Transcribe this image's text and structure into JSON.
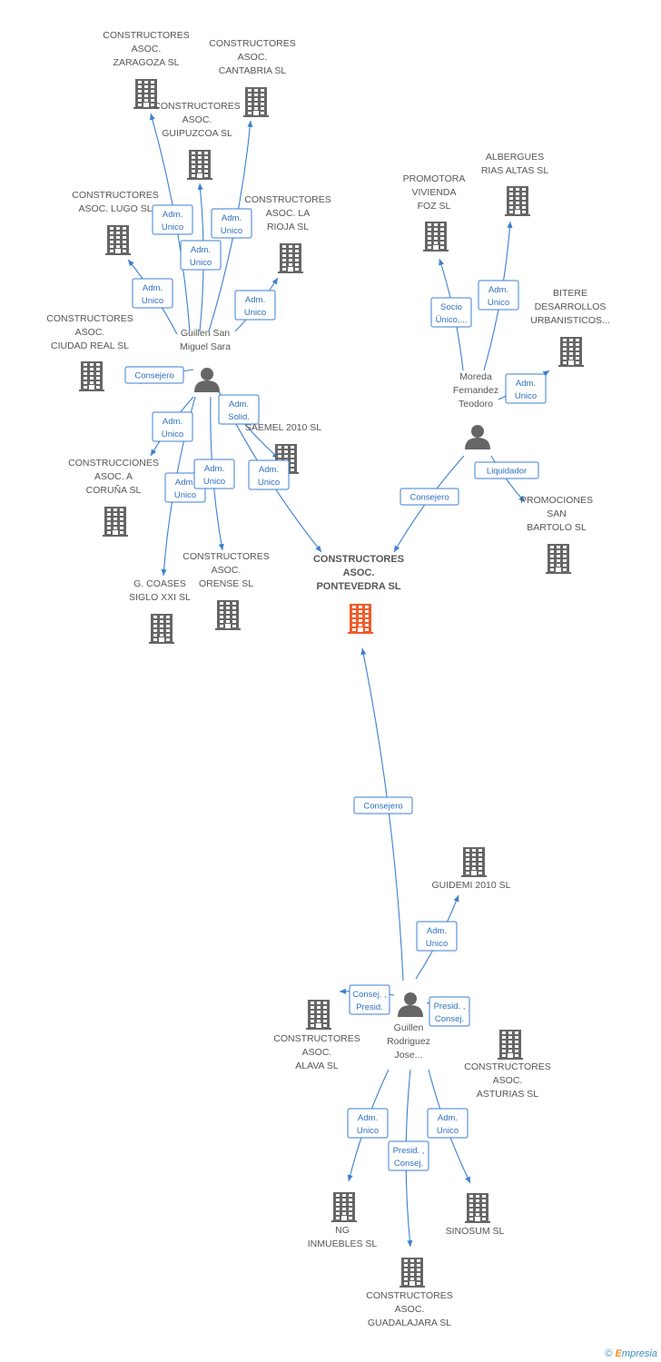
{
  "colors": {
    "accent": "#3b7fd1",
    "company": "#666666",
    "focus_company": "#f25a29",
    "person": "#666666"
  },
  "footer": {
    "copyright": "©",
    "brand_initial": "E",
    "brand_rest": "mpresia"
  },
  "nodes": [
    {
      "id": "zaragoza",
      "kind": "company",
      "lines": [
        "CONSTRUCTORES",
        "ASOC.",
        "ZARAGOZA SL"
      ]
    },
    {
      "id": "cantabria",
      "kind": "company",
      "lines": [
        "CONSTRUCTORES",
        "ASOC.",
        "CANTABRIA SL"
      ]
    },
    {
      "id": "guipuzcoa",
      "kind": "company",
      "lines": [
        "CONSTRUCTORES",
        "ASOC.",
        "GUIPUZCOA SL"
      ]
    },
    {
      "id": "lugo",
      "kind": "company",
      "lines": [
        "CONSTRUCTORES",
        "ASOC.  LUGO SL"
      ]
    },
    {
      "id": "rioja",
      "kind": "company",
      "lines": [
        "CONSTRUCTORES",
        "ASOC.  LA",
        "RIOJA SL"
      ]
    },
    {
      "id": "ciudadreal",
      "kind": "company",
      "lines": [
        "CONSTRUCTORES",
        "ASOC.",
        "CIUDAD REAL SL"
      ]
    },
    {
      "id": "saemel",
      "kind": "company",
      "lines": [
        "SAEMEL 2010 SL"
      ]
    },
    {
      "id": "acoruna",
      "kind": "company",
      "lines": [
        "CONSTRUCCIONES",
        "ASOC.  A",
        "CORUÑA SL"
      ]
    },
    {
      "id": "coases",
      "kind": "company",
      "lines": [
        "G.  COASES",
        "SIGLO XXI SL"
      ]
    },
    {
      "id": "orense",
      "kind": "company",
      "lines": [
        "CONSTRUCTORES",
        "ASOC.",
        "ORENSE SL"
      ]
    },
    {
      "id": "pontevedra",
      "kind": "focus",
      "lines": [
        "CONSTRUCTORES",
        "ASOC.",
        "PONTEVEDRA SL"
      ]
    },
    {
      "id": "promotora",
      "kind": "company",
      "lines": [
        "PROMOTORA",
        "VIVIENDA",
        "FOZ SL"
      ]
    },
    {
      "id": "albergues",
      "kind": "company",
      "lines": [
        "ALBERGUES",
        "RIAS ALTAS SL"
      ]
    },
    {
      "id": "bitere",
      "kind": "company",
      "lines": [
        "BITERE",
        "DESARROLLOS",
        "URBANISTICOS..."
      ]
    },
    {
      "id": "sanbartolo",
      "kind": "company",
      "lines": [
        "PROMOCIONES",
        "SAN",
        "BARTOLO SL"
      ]
    },
    {
      "id": "guidemi",
      "kind": "company",
      "lines": [
        "GUIDEMI 2010 SL"
      ]
    },
    {
      "id": "alava",
      "kind": "company",
      "lines": [
        "CONSTRUCTORES",
        "ASOC.",
        "ALAVA SL"
      ]
    },
    {
      "id": "asturias",
      "kind": "company",
      "lines": [
        "CONSTRUCTORES",
        "ASOC.",
        "ASTURIAS SL"
      ]
    },
    {
      "id": "ng",
      "kind": "company",
      "lines": [
        "NG",
        "INMUEBLES SL"
      ]
    },
    {
      "id": "sinosum",
      "kind": "company",
      "lines": [
        "SINOSUM SL"
      ]
    },
    {
      "id": "guadalajara",
      "kind": "company",
      "lines": [
        "CONSTRUCTORES",
        "ASOC.",
        "GUADALAJARA SL"
      ]
    },
    {
      "id": "sara",
      "kind": "person",
      "lines": [
        "Guillen San",
        "Miguel Sara"
      ]
    },
    {
      "id": "teodoro",
      "kind": "person",
      "lines": [
        "Moreda",
        "Fernandez",
        "Teodoro"
      ]
    },
    {
      "id": "jose",
      "kind": "person",
      "lines": [
        "Guillen",
        "Rodriguez",
        "Jose..."
      ]
    }
  ],
  "edges": [
    {
      "from": "sara",
      "to": "zaragoza",
      "label": [
        "Adm.",
        "Unico"
      ]
    },
    {
      "from": "sara",
      "to": "guipuzcoa",
      "label": [
        "Adm.",
        "Unico"
      ]
    },
    {
      "from": "sara",
      "to": "cantabria",
      "label": [
        "Adm.",
        "Unico"
      ]
    },
    {
      "from": "sara",
      "to": "lugo",
      "label": [
        "Adm.",
        "Unico"
      ]
    },
    {
      "from": "sara",
      "to": "rioja",
      "label": [
        "Adm.",
        "Unico"
      ]
    },
    {
      "from": "sara",
      "to": "ciudadreal",
      "label": [
        "Consejero"
      ]
    },
    {
      "from": "sara",
      "to": "saemel",
      "label": [
        "Adm.",
        "Solid."
      ]
    },
    {
      "from": "sara",
      "to": "acoruna",
      "label": [
        "Adm.",
        "Unico"
      ]
    },
    {
      "from": "sara",
      "to": "coases",
      "label": [
        "Adm.",
        "Unico"
      ]
    },
    {
      "from": "sara",
      "to": "orense",
      "label": [
        "Adm.",
        "Unico"
      ]
    },
    {
      "from": "sara",
      "to": "pontevedra",
      "label": [
        "Adm.",
        "Unico"
      ]
    },
    {
      "from": "teodoro",
      "to": "promotora",
      "label": [
        "Socio",
        "Único,..."
      ]
    },
    {
      "from": "teodoro",
      "to": "albergues",
      "label": [
        "Adm.",
        "Unico"
      ]
    },
    {
      "from": "teodoro",
      "to": "bitere",
      "label": [
        "Adm.",
        "Unico"
      ]
    },
    {
      "from": "teodoro",
      "to": "sanbartolo",
      "label": [
        "Liquidador"
      ]
    },
    {
      "from": "teodoro",
      "to": "pontevedra",
      "label": [
        "Consejero"
      ]
    },
    {
      "from": "jose",
      "to": "pontevedra",
      "label": [
        "Consejero"
      ]
    },
    {
      "from": "jose",
      "to": "guidemi",
      "label": [
        "Adm.",
        "Unico"
      ]
    },
    {
      "from": "jose",
      "to": "alava",
      "label": [
        "Consej. ,",
        "Presid."
      ]
    },
    {
      "from": "jose",
      "to": "asturias",
      "label": [
        "Presid. ,",
        "Consej."
      ]
    },
    {
      "from": "jose",
      "to": "ng",
      "label": [
        "Adm.",
        "Unico"
      ]
    },
    {
      "from": "jose",
      "to": "guadalajara",
      "label": [
        "Presid. ,",
        "Consej."
      ]
    },
    {
      "from": "jose",
      "to": "sinosum",
      "label": [
        "Adm.",
        "Unico"
      ]
    }
  ]
}
